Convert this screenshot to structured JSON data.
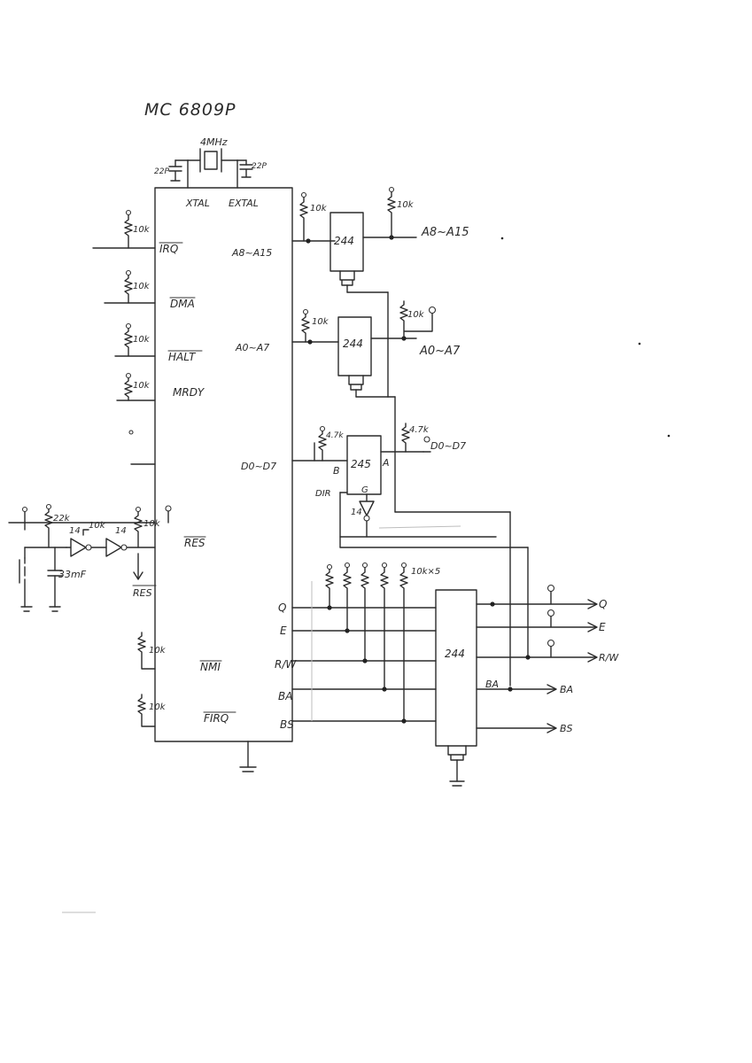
{
  "title": "MC 6809P",
  "crystal": {
    "freq": "4MHz",
    "cap_left": "22P",
    "cap_right": "22P"
  },
  "cpu_pins": {
    "xtal": "XTAL",
    "extal": "EXTAL",
    "irq": "IRQ",
    "dma": "DMA",
    "halt": "HALT",
    "mrdy": "MRDY",
    "reset": "RES",
    "nmi": "NMI",
    "firq": "FIRQ",
    "addr_hi": "A8~A15",
    "addr_lo": "A0~A7",
    "data": "D0~D7",
    "q": "Q",
    "e": "E",
    "rw": "R/W",
    "ba": "BA",
    "bs": "BS"
  },
  "pullups": {
    "irq": "10k",
    "dma": "10k",
    "halt": "10k",
    "mrdy": "10k",
    "nmi": "10k",
    "firq": "10k",
    "buf_hi": "10k",
    "buf_hi_out": "10k",
    "buf_lo": "10k",
    "buf_lo_out": "10k",
    "bus_cpu": "4.7k",
    "bus_out": "4.7k",
    "reset_r1": "22k",
    "reset_r2": "10k",
    "reset_r3": "10k",
    "ctrl_array": "10k×5"
  },
  "reset_circuit": {
    "cap": "33mF",
    "inv1": "14",
    "inv2": "14",
    "out_label": "RES"
  },
  "chips": {
    "buf_hi": "244",
    "buf_lo": "244",
    "transceiver": "245",
    "ctrl_buf": "244",
    "transceiver_b": "B",
    "transceiver_a": "A",
    "transceiver_dir": "DIR",
    "transceiver_g": "G",
    "inv": "14"
  },
  "outputs": {
    "addr_hi": "A8~A15",
    "addr_lo": "A0~A7",
    "data": "D0~D7",
    "q": "Q",
    "e": "E",
    "rw": "R/W",
    "ba_int": "BA",
    "ba": "BA",
    "bs": "BS"
  }
}
